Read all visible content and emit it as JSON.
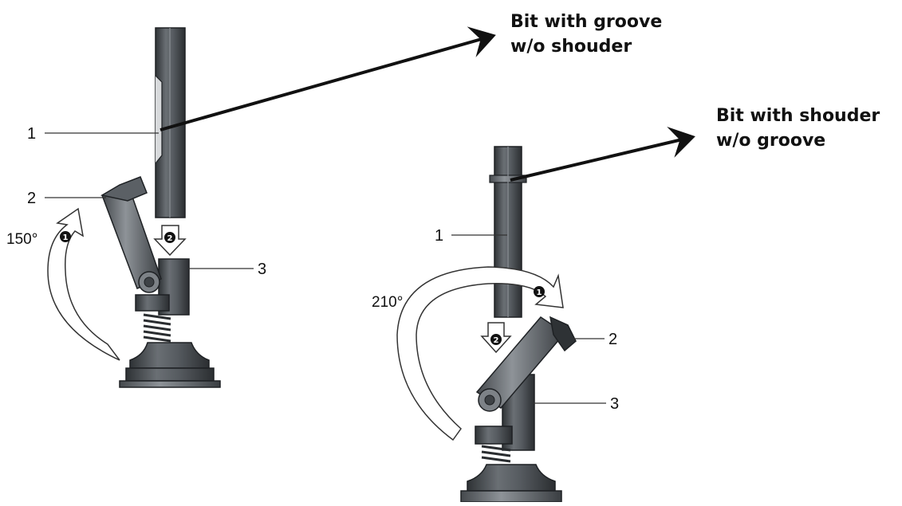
{
  "callouts": {
    "groove": {
      "line1": "Bit with groove",
      "line2": "w/o shouder"
    },
    "shoulder": {
      "line1": "Bit with shouder",
      "line2": "w/o groove"
    }
  },
  "left_figure": {
    "labels": {
      "bit": "1",
      "lever": "2",
      "holder": "3"
    },
    "angle": "150°",
    "steps": {
      "rotate": "1",
      "insert": "2"
    }
  },
  "right_figure": {
    "labels": {
      "bit": "1",
      "lever": "2",
      "holder": "3"
    },
    "angle": "210°",
    "steps": {
      "rotate": "1",
      "insert": "2"
    }
  },
  "colors": {
    "metal_dark": "#3e4246",
    "metal_mid": "#5b6065",
    "metal_light": "#8a8f94",
    "outline": "#1e2124",
    "ink": "#111111"
  }
}
